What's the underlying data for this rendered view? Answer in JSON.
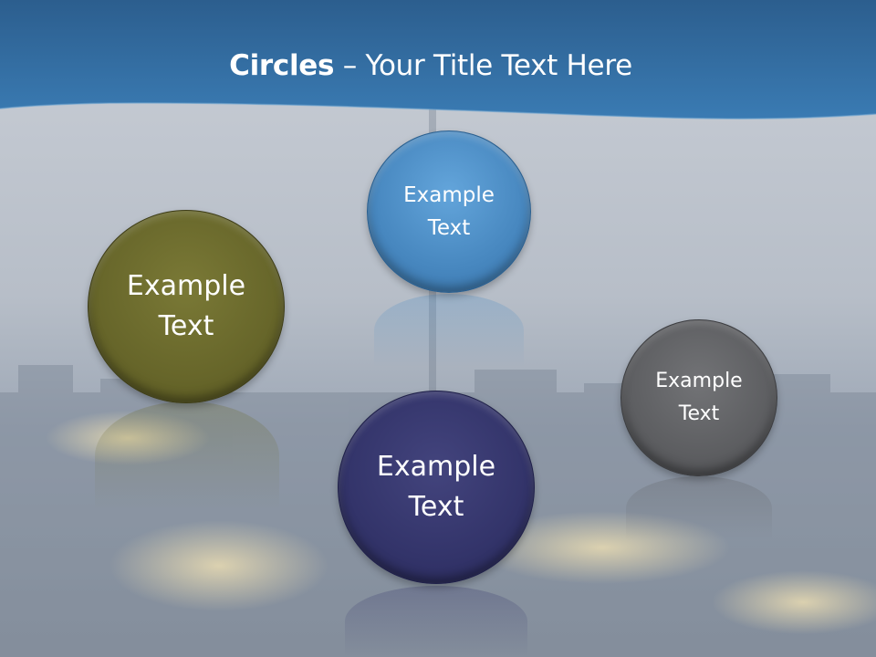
{
  "slide": {
    "title_bold": "Circles",
    "title_rest": " – Your Title Text Here"
  },
  "circles": [
    {
      "id": "olive",
      "label": "Example Text",
      "color": "#6b6a2c"
    },
    {
      "id": "blue",
      "label": "Example Text",
      "color": "#4a8bc4"
    },
    {
      "id": "navy",
      "label": "Example Text",
      "color": "#34356a"
    },
    {
      "id": "gray",
      "label": "Example Text",
      "color": "#5e5f62"
    }
  ],
  "colors": {
    "header_band": "#2f6fa5",
    "background": "#b9c0ca"
  }
}
